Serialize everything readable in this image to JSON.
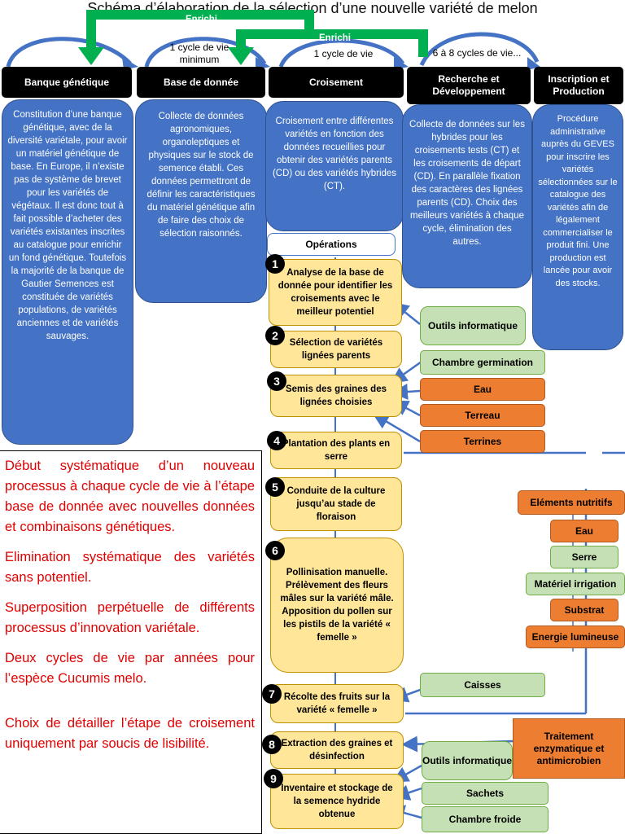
{
  "title": "Schéma d’élaboration de la sélection d’une nouvelle variété de melon",
  "top_labels": {
    "enrichi_1": "Enrichi",
    "enrichi_2": "Enrichi",
    "cycle_min": "1 cycle de vie minimum",
    "cycle_1": "1 cycle de vie",
    "cycle_6_8": "6 à 8 cycles de vie..."
  },
  "stages": [
    {
      "title": "Banque génétique",
      "description": "Constitution d’une banque génétique, avec de la diversité variétale, pour avoir un matériel génétique de base. En Europe, il n’existe pas de système de brevet pour les variétés de végétaux. Il est donc tout à fait possible d’acheter des variétés existantes inscrites au catalogue pour enrichir un fond génétique. Toutefois la majorité de la banque de Gautier Semences est constituée de variétés populations, de variétés anciennes et de variétés sauvages."
    },
    {
      "title": "Base de donnée",
      "description": "Collecte de données agronomiques, organoleptiques et physiques sur le stock de semence établi. Ces données permettront de définir les caractéristiques du matériel génétique afin de faire des choix de sélection raisonnés."
    },
    {
      "title": "Croisement",
      "description": "Croisement entre différentes variétés en fonction des données recueillies pour obtenir des variétés parents (CD) ou des variétés hybrides (CT)."
    },
    {
      "title": "Recherche et Développement",
      "description": "Collecte de données sur les hybrides pour les croisements tests (CT) et les croisements de départ (CD). En parallèle fixation des caractères des lignées parents (CD). Choix des meilleurs variétés à chaque cycle, élimination des autres."
    },
    {
      "title": "Inscription et Production",
      "description": "Procédure administrative auprès du GEVES pour inscrire les variétés sélectionnées sur le catalogue des variétés afin de légalement commercialiser le produit fini. Une production est lancée pour avoir des stocks."
    }
  ],
  "operations_label": "Opérations",
  "steps": [
    {
      "num": "1",
      "text": "Analyse de la base de donnée pour identifier les croisements avec le meilleur potentiel"
    },
    {
      "num": "2",
      "text": "Sélection de variétés lignées parents"
    },
    {
      "num": "3",
      "text": "Semis des graines des lignées choisies"
    },
    {
      "num": "4",
      "text": "Plantation des plants en serre"
    },
    {
      "num": "5",
      "text": "Conduite de la culture jusqu’au stade de floraison"
    },
    {
      "num": "6",
      "text": "Pollinisation manuelle. Prélèvement des fleurs mâles sur la variété mâle. Apposition du pollen sur les pistils de la variété « femelle »"
    },
    {
      "num": "7",
      "text": "Récolte des fruits sur la variété « femelle »"
    },
    {
      "num": "8",
      "text": "Extraction des graines et désinfection"
    },
    {
      "num": "9",
      "text": "Inventaire et stockage de la semence hydride obtenue"
    }
  ],
  "resources": {
    "outils_1": "Outils informatique",
    "chambre_germination": "Chambre germination",
    "eau_1": "Eau",
    "terreau": "Terreau",
    "terrines": "Terrines",
    "elements_nutritifs": "Eléments nutritifs",
    "eau_2": "Eau",
    "serre": "Serre",
    "materiel_irrigation": "Matériel irrigation",
    "substrat": "Substrat",
    "energie": "Energie lumineuse",
    "caisses": "Caisses",
    "traitement": "Traitement enzymatique et antimicrobien",
    "outils_2": "Outils informatique",
    "sachets": "Sachets",
    "chambre_froide": "Chambre froide"
  },
  "notes": [
    "Début systématique d’un nouveau processus à chaque cycle de vie à l’étape base de donnée avec nouvelles données et combinaisons génétiques.",
    "Elimination systématique des variétés sans potentiel.",
    "Superposition perpétuelle de différents processus d’innovation variétale.",
    "Deux cycles de vie par années pour l’espèce Cucumis melo.",
    "Choix de détailler l’étape de croisement uniquement par soucis de lisibilité."
  ],
  "colors": {
    "header_bg": "#000000",
    "desc_blue": "#4472c4",
    "step_yellow": "#ffe699",
    "resource_green": "#c5e0b4",
    "resource_orange": "#ed7d31",
    "enrichi_green": "#00b050",
    "note_red": "#e00000"
  }
}
